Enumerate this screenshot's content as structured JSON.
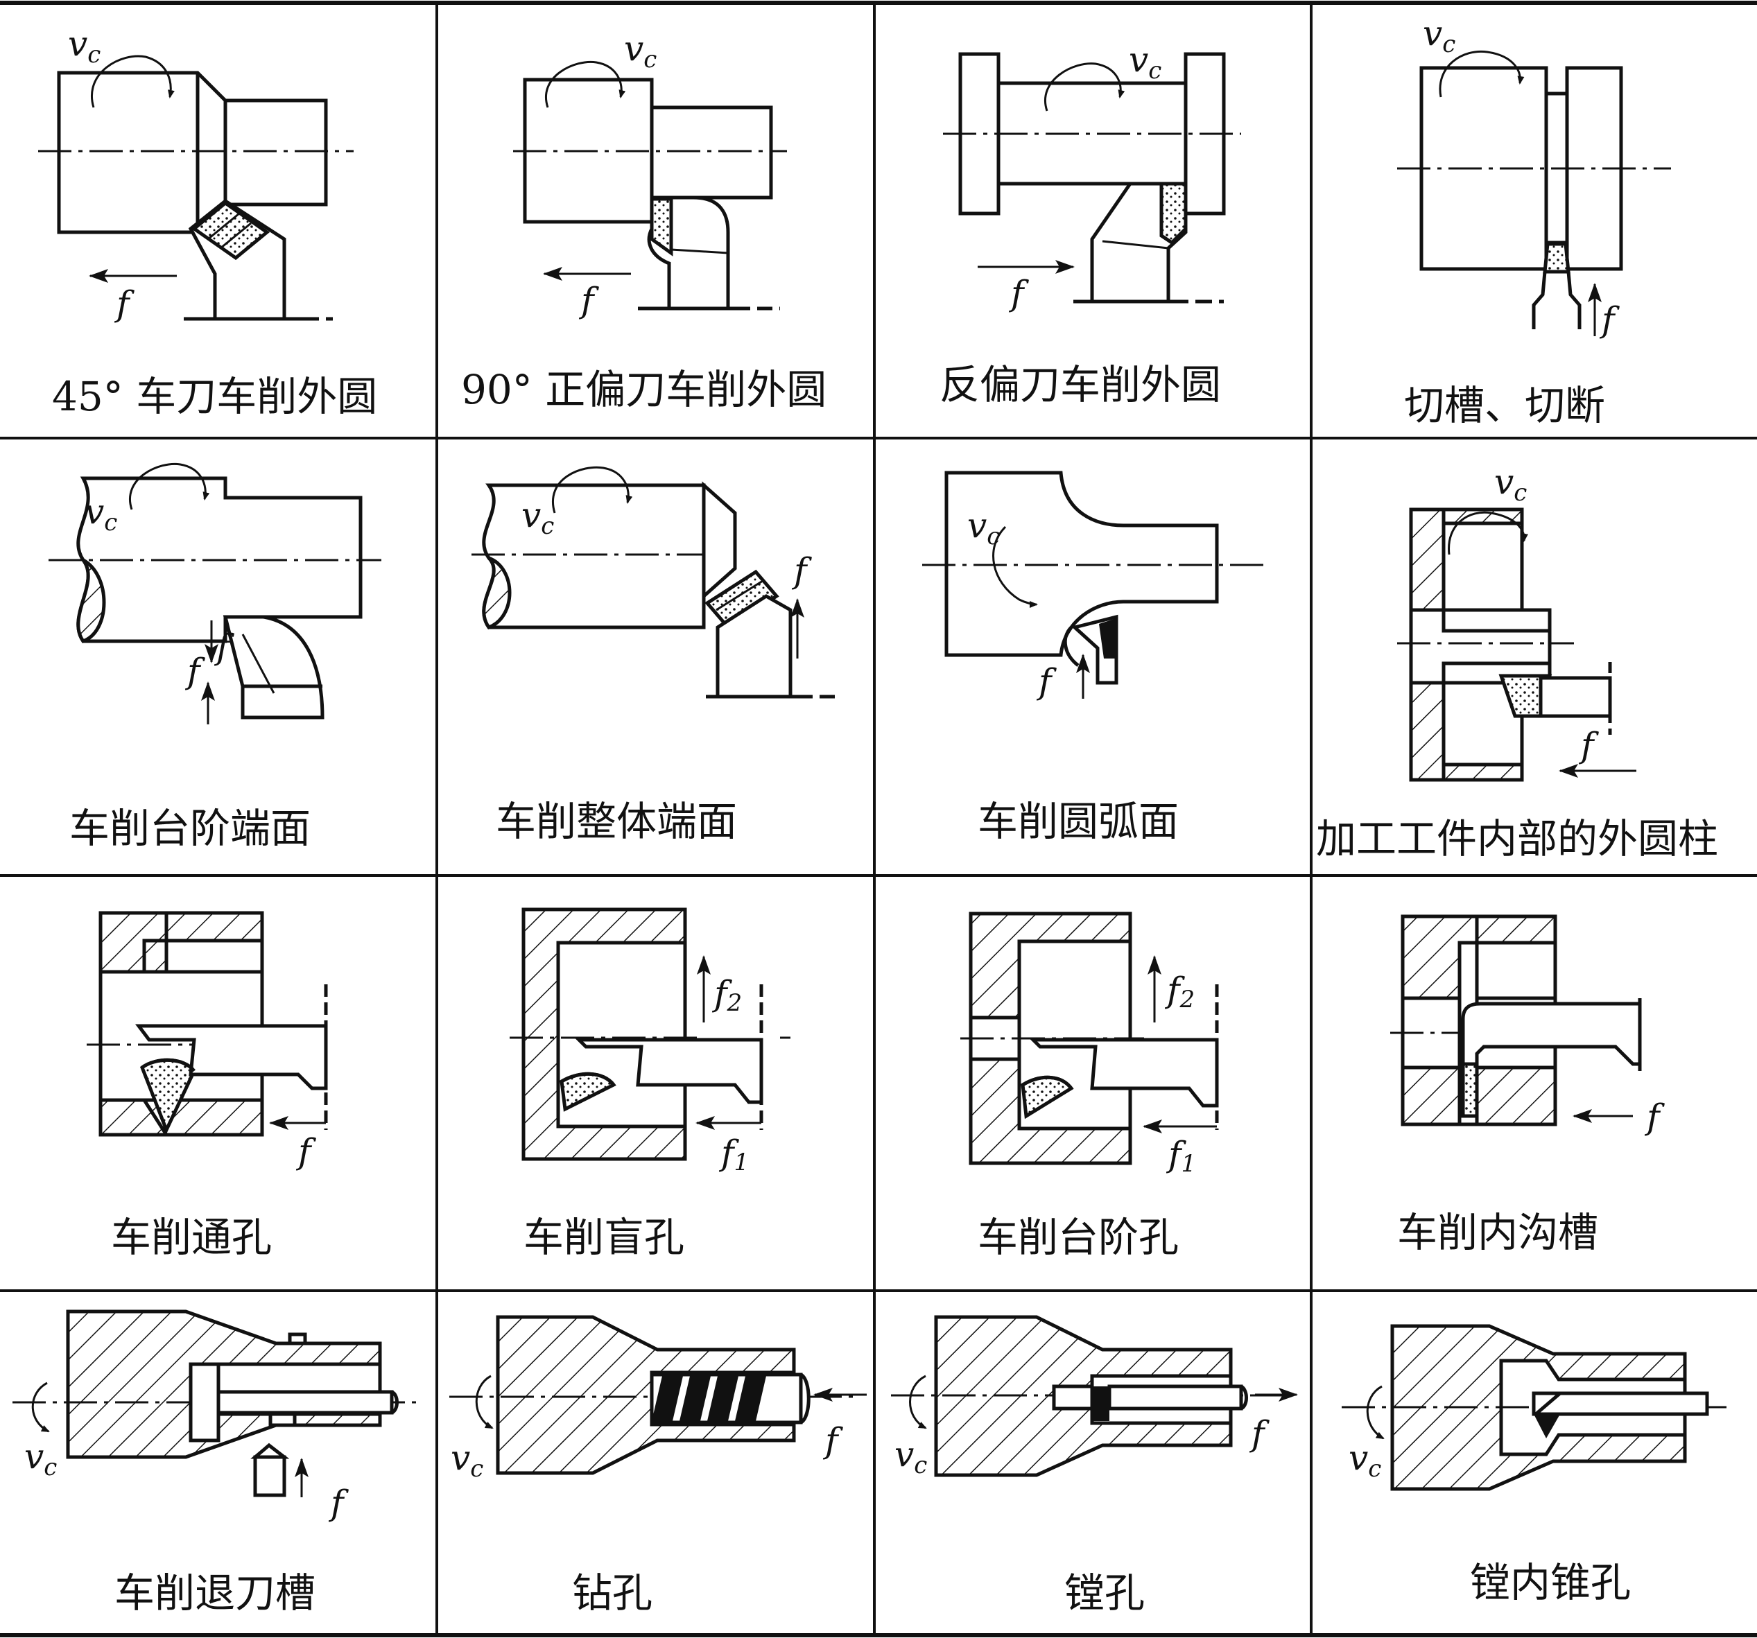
{
  "symbols": {
    "vc_main": "v",
    "vc_sub": "c",
    "f": "f",
    "f1_main": "f",
    "f1_sub": "1",
    "f2_main": "f",
    "f2_sub": "2"
  },
  "cells": [
    {
      "caption": "45° 车刀车削外圆"
    },
    {
      "caption": "90° 正偏刀车削外圆"
    },
    {
      "caption": "反偏刀车削外圆"
    },
    {
      "caption": "切槽、切断"
    },
    {
      "caption": "车削台阶端面"
    },
    {
      "caption": "车削整体端面"
    },
    {
      "caption": "车削圆弧面"
    },
    {
      "caption": "加工工件内部的外圆柱"
    },
    {
      "caption": "车削通孔"
    },
    {
      "caption": "车削盲孔"
    },
    {
      "caption": "车削台阶孔"
    },
    {
      "caption": "车削内沟槽"
    },
    {
      "caption": "车削退刀槽"
    },
    {
      "caption": "钻孔"
    },
    {
      "caption": "镗孔"
    },
    {
      "caption": "镗内锥孔"
    }
  ]
}
